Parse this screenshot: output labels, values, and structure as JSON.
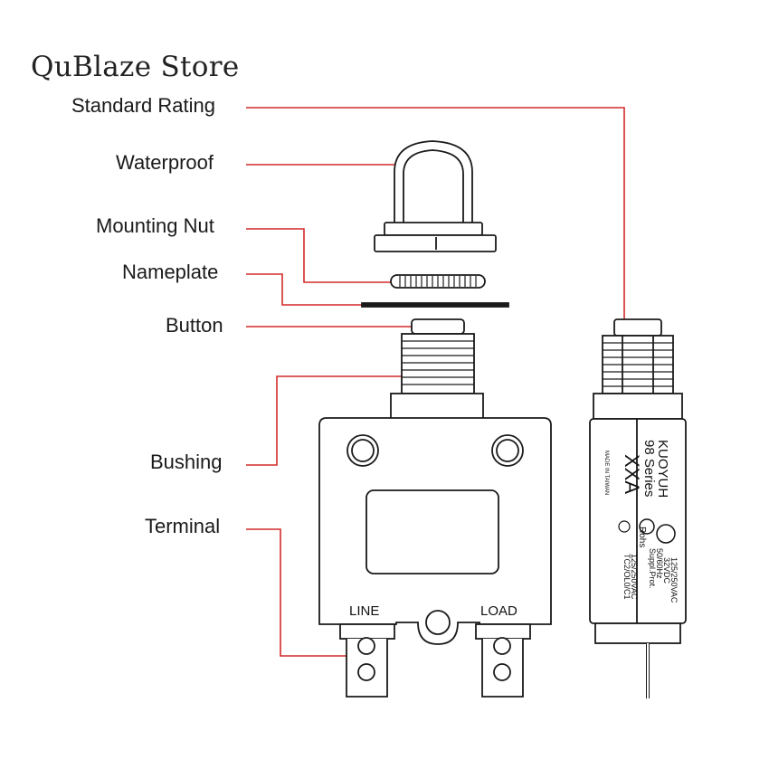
{
  "store_name": "QuBlaze Store",
  "labels": {
    "standard_rating": "Standard Rating",
    "waterproof": "Waterproof",
    "mounting_nut": "Mounting Nut",
    "nameplate": "Nameplate",
    "button": "Button",
    "bushing": "Bushing",
    "terminal": "Terminal"
  },
  "front": {
    "line": "LINE",
    "load": "LOAD"
  },
  "side_plate": {
    "brand": "KUOYUH",
    "series": "98 Series",
    "rating": "XXA",
    "made_in": "MADE IN TAIWAN",
    "rohs": "Rohs",
    "specs": [
      "125/250VAC",
      "32VDC",
      "50/60Hz",
      "Suppl.Prot.",
      "125/250VAC",
      "TC2/OL0/C1"
    ]
  },
  "colors": {
    "leader": "#d42a2a",
    "outline": "#1a1a1a"
  }
}
